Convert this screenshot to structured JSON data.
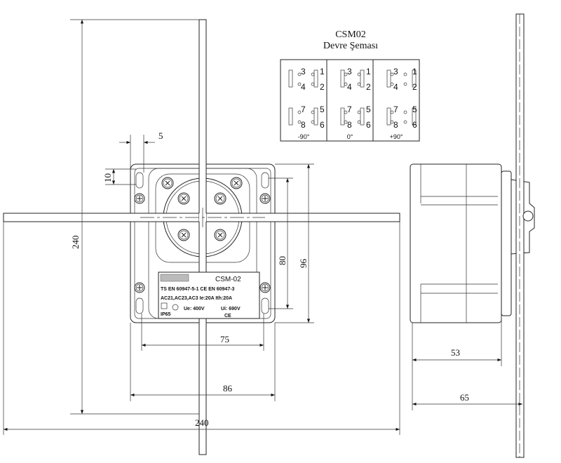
{
  "schema": {
    "title": "CSM02",
    "subtitle": "Devre Şeması",
    "columns": [
      {
        "angle": "-90°",
        "top": [
          "3",
          "4",
          "1",
          "2"
        ],
        "bottom": [
          "7",
          "8",
          "5",
          "6"
        ]
      },
      {
        "angle": "0°",
        "top": [
          "3",
          "4",
          "1",
          "2"
        ],
        "bottom": [
          "7",
          "8",
          "5",
          "6"
        ]
      },
      {
        "angle": "+90°",
        "top": [
          "3",
          "4",
          "1",
          "2"
        ],
        "bottom": [
          "7",
          "8",
          "5",
          "6"
        ]
      }
    ]
  },
  "dimensions": {
    "handle_height": "240",
    "handle_width": "240",
    "hole_spacing_h": "75",
    "body_width": "86",
    "hole_spacing_v": "80",
    "body_height": "96",
    "slot_width": "5",
    "slot_height": "10",
    "side_depth": "53",
    "side_total": "65"
  },
  "nameplate": {
    "model": "CSM-02",
    "standards": "TS EN 60947-5-1  CE  EN 60947-3",
    "ratings": "AC21,AC23,AC3  Ie:20A  Ith:20A",
    "ui": "Ui: 690V",
    "ue": "Ue: 400V",
    "ip": "IP65",
    "ce": "CE"
  }
}
